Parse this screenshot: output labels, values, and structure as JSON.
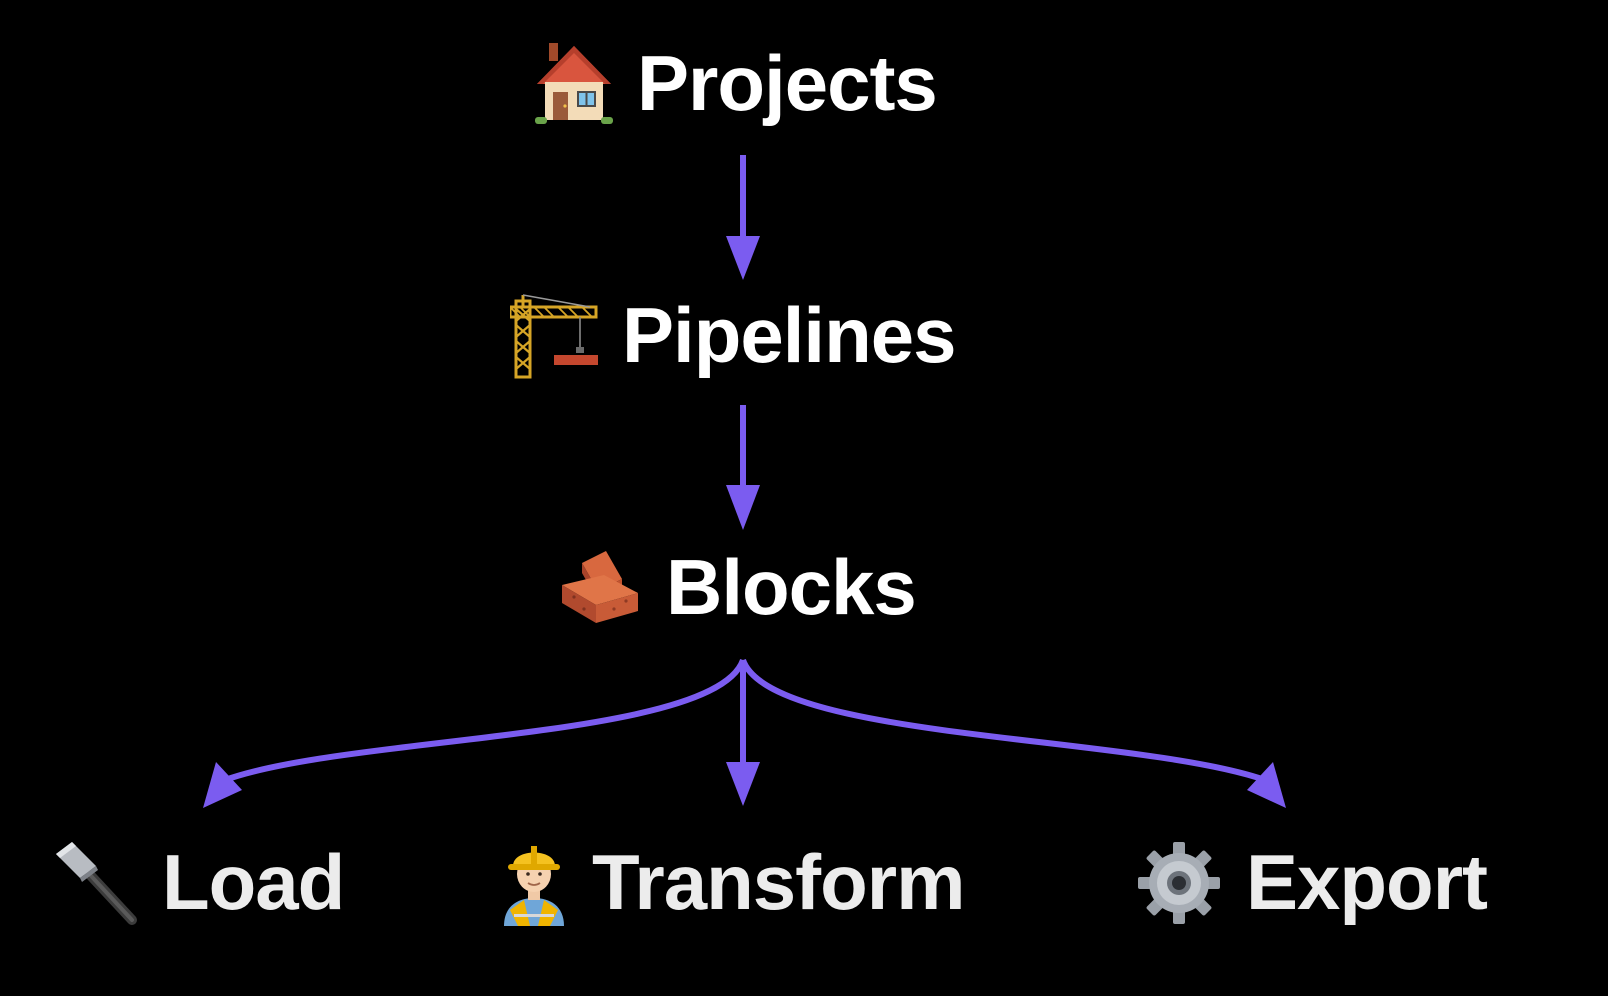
{
  "diagram": {
    "arrow_color": "#7b5cf0",
    "background": "#000000",
    "text_color": "#ffffff",
    "nodes": {
      "projects": {
        "label": "Projects",
        "icon": "house-icon"
      },
      "pipelines": {
        "label": "Pipelines",
        "icon": "construction-crane-icon"
      },
      "blocks": {
        "label": "Blocks",
        "icon": "brick-icon"
      },
      "load": {
        "label": "Load",
        "icon": "hammer-icon"
      },
      "transform": {
        "label": "Transform",
        "icon": "construction-worker-icon"
      },
      "export": {
        "label": "Export",
        "icon": "gear-icon"
      }
    },
    "edges": [
      {
        "from": "Projects",
        "to": "Pipelines"
      },
      {
        "from": "Pipelines",
        "to": "Blocks"
      },
      {
        "from": "Blocks",
        "to": "Load"
      },
      {
        "from": "Blocks",
        "to": "Transform"
      },
      {
        "from": "Blocks",
        "to": "Export"
      }
    ]
  }
}
